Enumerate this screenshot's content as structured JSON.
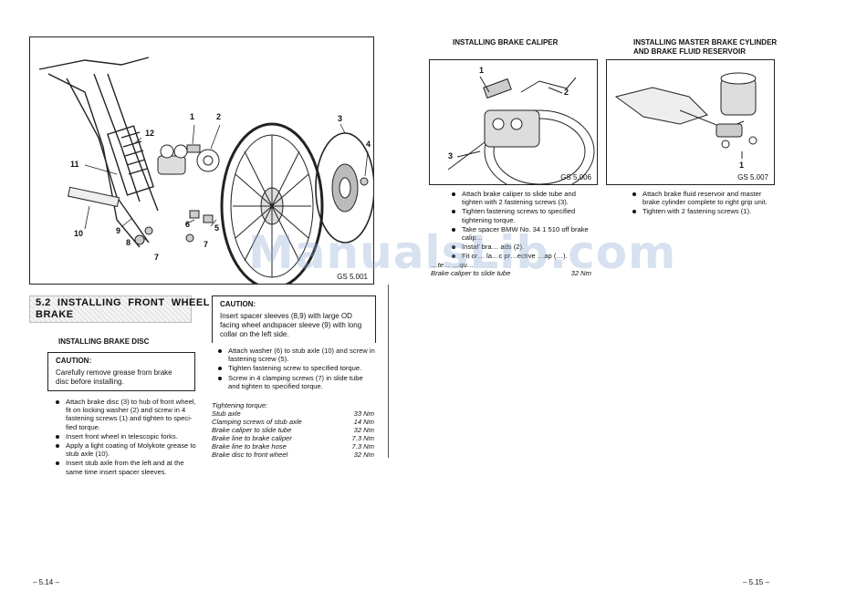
{
  "left_page": {
    "figure1": {
      "code": "GS 5.001",
      "callouts": [
        "1",
        "2",
        "3",
        "4",
        "5",
        "6",
        "7",
        "8",
        "9",
        "10",
        "11",
        "12",
        "7"
      ]
    },
    "section_title": "5.2  INSTALLING  FRONT  WHEEL\nBRAKE",
    "subheading": "INSTALLING BRAKE DISC",
    "caution1": {
      "title": "CAUTION:",
      "text": "Carefully remove grease from brake disc before installing."
    },
    "bullets1": [
      "Attach brake disc (3) to hub of front wheel, fit on locking washer (2) and screw in 4 fastening screws (1) and tighten to speci-fied torque.",
      "Insert front wheel in telescopic forks.",
      "Apply a light coating of Molykote grease to stub axle (10).",
      "Insert stub axle from the left and at the same time insert spacer sleeves."
    ],
    "caution2": {
      "title": "CAUTION:",
      "text": "Insert spacer sleeves (8,9) with large OD facing wheel andspacer sleeve (9) with long collar on the left side."
    },
    "bullets2": [
      "Attach washer (6) to stub axle (10) and screw in fastening screw (5).",
      "Tighten fastening screw to specified torque.",
      "Screw in 4 clamping screws (7) in slide tube and tighten to specified torque."
    ],
    "torque": {
      "heading": "Tightening torque:",
      "rows": [
        {
          "label": "Stub axle",
          "value": "33 Nm"
        },
        {
          "label": "Clamping screws of stub axle",
          "value": "14 Nm"
        },
        {
          "label": "Brake caliper to slide tube",
          "value": "32 Nm"
        },
        {
          "label": "Brake line to brake caliper",
          "value": "7.3 Nm"
        },
        {
          "label": "Brake line to brake hose",
          "value": "7.3 Nm"
        },
        {
          "label": "Brake disc to front wheel",
          "value": "32 Nm"
        }
      ]
    },
    "page_number": "– 5.14 –"
  },
  "right_page": {
    "col1": {
      "heading": "INSTALLING BRAKE CALIPER",
      "figure_code": "GS 5.006",
      "callouts": [
        "1",
        "2",
        "3"
      ],
      "bullets": [
        "Attach brake caliper to slide tube and tighten with 2 fastening screws (3).",
        "Tighten fastening screws to specified tightening torque.",
        "Take spacer BMW No. 34 1 510 off brake calip…",
        "Instal’ bra… ads (2).",
        "Fit or… la…c pr…ective …ap (…)."
      ],
      "torque_heading": "…te… …qu…",
      "torque_label": "Brake caliper to slide tube",
      "torque_value": "32 Nm"
    },
    "col2": {
      "heading": "INSTALLING MASTER BRAKE CYLINDER\nAND BRAKE FLUID RESERVOIR",
      "figure_code": "GS 5.007",
      "callouts": [
        "1"
      ],
      "bullets": [
        "Attach brake fluid reservoir and master brake cylinder complete to right grip unit.",
        "Tighten with 2 fastening screws (1)."
      ]
    },
    "page_number": "– 5.15 –"
  },
  "watermark": "ManualsLib.com"
}
